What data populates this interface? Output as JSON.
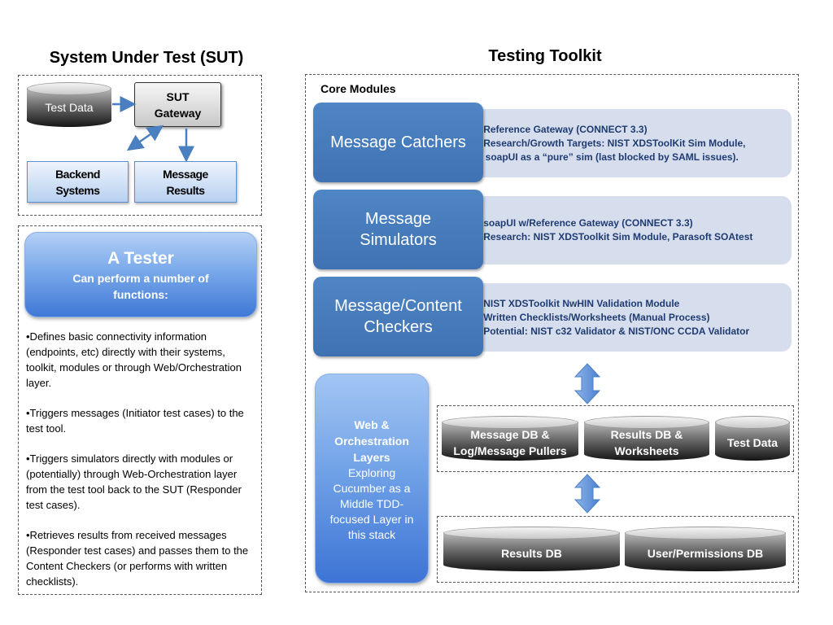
{
  "left_title": "System Under Test (SUT)",
  "right_title": "Testing Toolkit",
  "sut": {
    "test_data": "Test Data",
    "gateway_line1": "SUT",
    "gateway_line2": "Gateway",
    "backend_line1": "Backend",
    "backend_line2": "Systems",
    "results_line1": "Message",
    "results_line2": "Results"
  },
  "tester": {
    "heading": "A Tester",
    "sub_line1": "Can perform a number of",
    "sub_line2": "functions:",
    "bullets": [
      "•Defines basic connectivity information (endpoints, etc) directly with their systems, toolkit, modules or through Web/Orchestration layer.",
      "•Triggers messages (Initiator test cases) to the test tool.",
      "•Triggers simulators directly with modules or (potentially) through Web-Orchestration layer from the test tool back to the SUT (Responder test cases).",
      "•Retrieves results from received messages (Responder test cases) and passes them to the Content Checkers (or performs with written checklists)."
    ]
  },
  "core_modules_label": "Core Modules",
  "modules": [
    {
      "name_line1": "Message Catchers",
      "name_line2": "",
      "items": [
        "•Reference Gateway (CONNECT 3.3)",
        "•Research/Growth Targets: NIST XDSToolKit Sim Module,",
        "  soapUI as a “pure” sim (last blocked by SAML issues)."
      ]
    },
    {
      "name_line1": "Message",
      "name_line2": "Simulators",
      "items": [
        "•soapUI w/Reference Gateway (CONNECT 3.3)",
        "•Research: NIST XDSToolkit Sim Module, Parasoft SOAtest"
      ]
    },
    {
      "name_line1": "Message/Content",
      "name_line2": "Checkers",
      "items": [
        "•NIST XDSToolkit NwHIN Validation Module",
        "•Written Checklists/Worksheets (Manual Process)",
        "•Potential: NIST c32 Validator & NIST/ONC CCDA Validator"
      ]
    }
  ],
  "web_layers": {
    "heading_lines": [
      "Web &",
      "Orchestration",
      "Layers"
    ],
    "text_lines": [
      "Exploring",
      "Cucumber as a",
      "Middle TDD-",
      "focused Layer in",
      "this stack"
    ]
  },
  "db_row1": [
    {
      "line1": "Message DB &",
      "line2": "Log/Message Pullers"
    },
    {
      "line1": "Results DB &",
      "line2": "Worksheets"
    },
    {
      "line1": "Test Data",
      "line2": ""
    }
  ],
  "db_row2": [
    {
      "line1": "Results DB",
      "line2": ""
    },
    {
      "line1": "User/Permissions DB",
      "line2": ""
    }
  ],
  "colors": {
    "module_blue": "#4a7fc0",
    "desc_bg": "#d6deed",
    "desc_text": "#1f3b72",
    "tester_blue": "#5b8fe0"
  }
}
